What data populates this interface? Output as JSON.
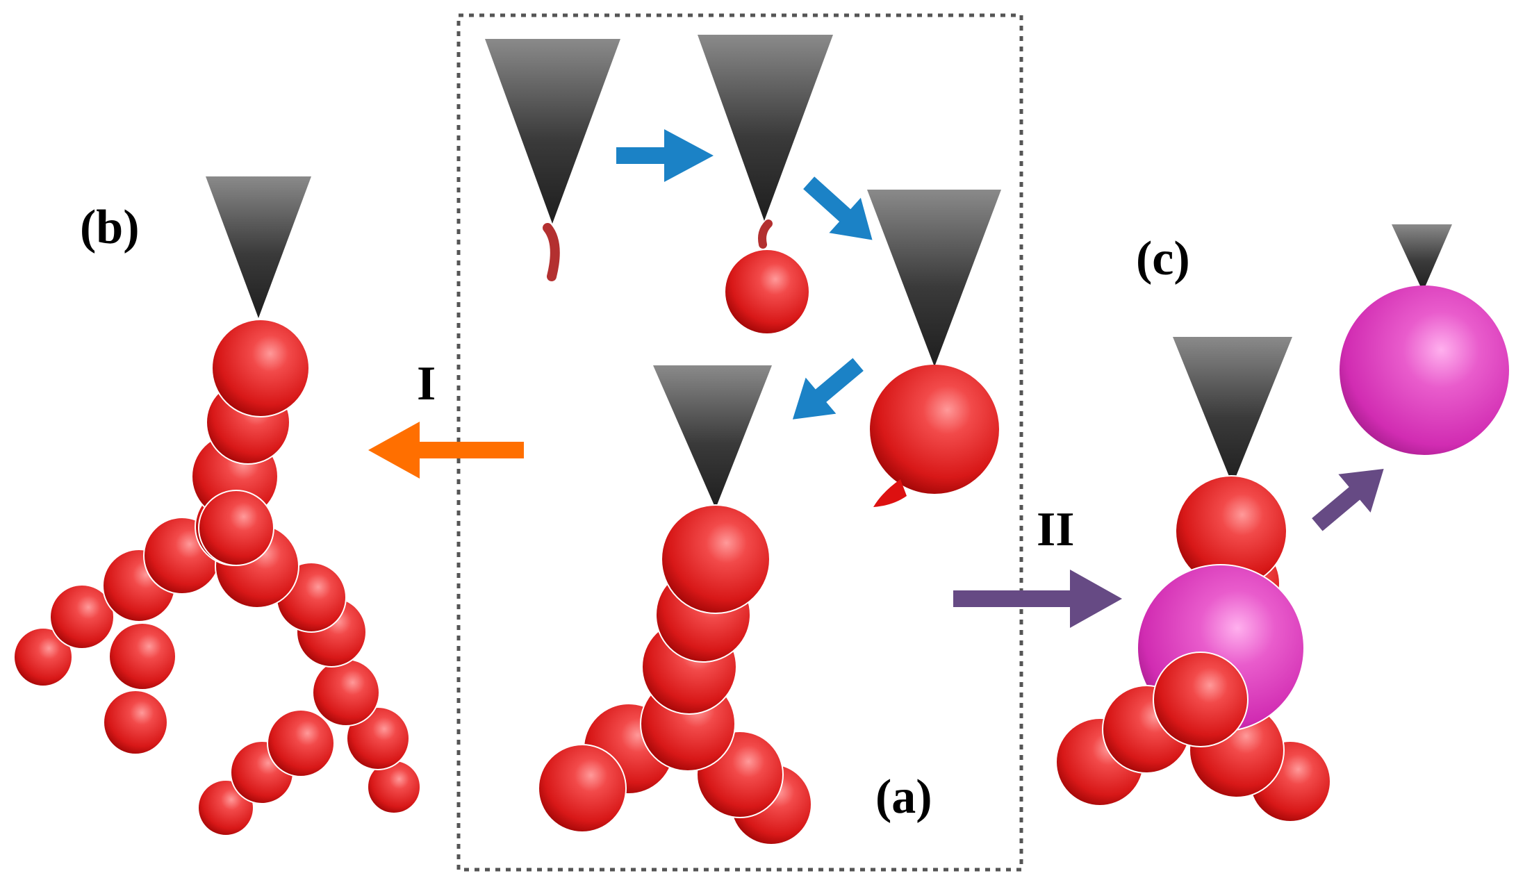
{
  "labels": {
    "panel_a": "(a)",
    "panel_b": "(b)",
    "panel_c": "(c)",
    "path_one": "I",
    "path_two": "II"
  },
  "colors": {
    "tip_dark": "#1e1e1e",
    "tip_light": "#8a8a8a",
    "sphere_red": "#e01d1d",
    "sphere_red_highlight": "#ff8a8a",
    "sphere_red_shadow": "#8c0000",
    "sphere_magenta": "#d630b8",
    "sphere_magenta_highlight": "#ff9be8",
    "catalyst": "#b33030",
    "arrow_blue": "#1b82c6",
    "arrow_orange": "#ff6f00",
    "arrow_purple": "#664a84",
    "frame_dash": "#555555"
  },
  "icons": {
    "tip": "triangle-tip",
    "sphere": "shaded-sphere",
    "arrow": "block-arrow"
  }
}
